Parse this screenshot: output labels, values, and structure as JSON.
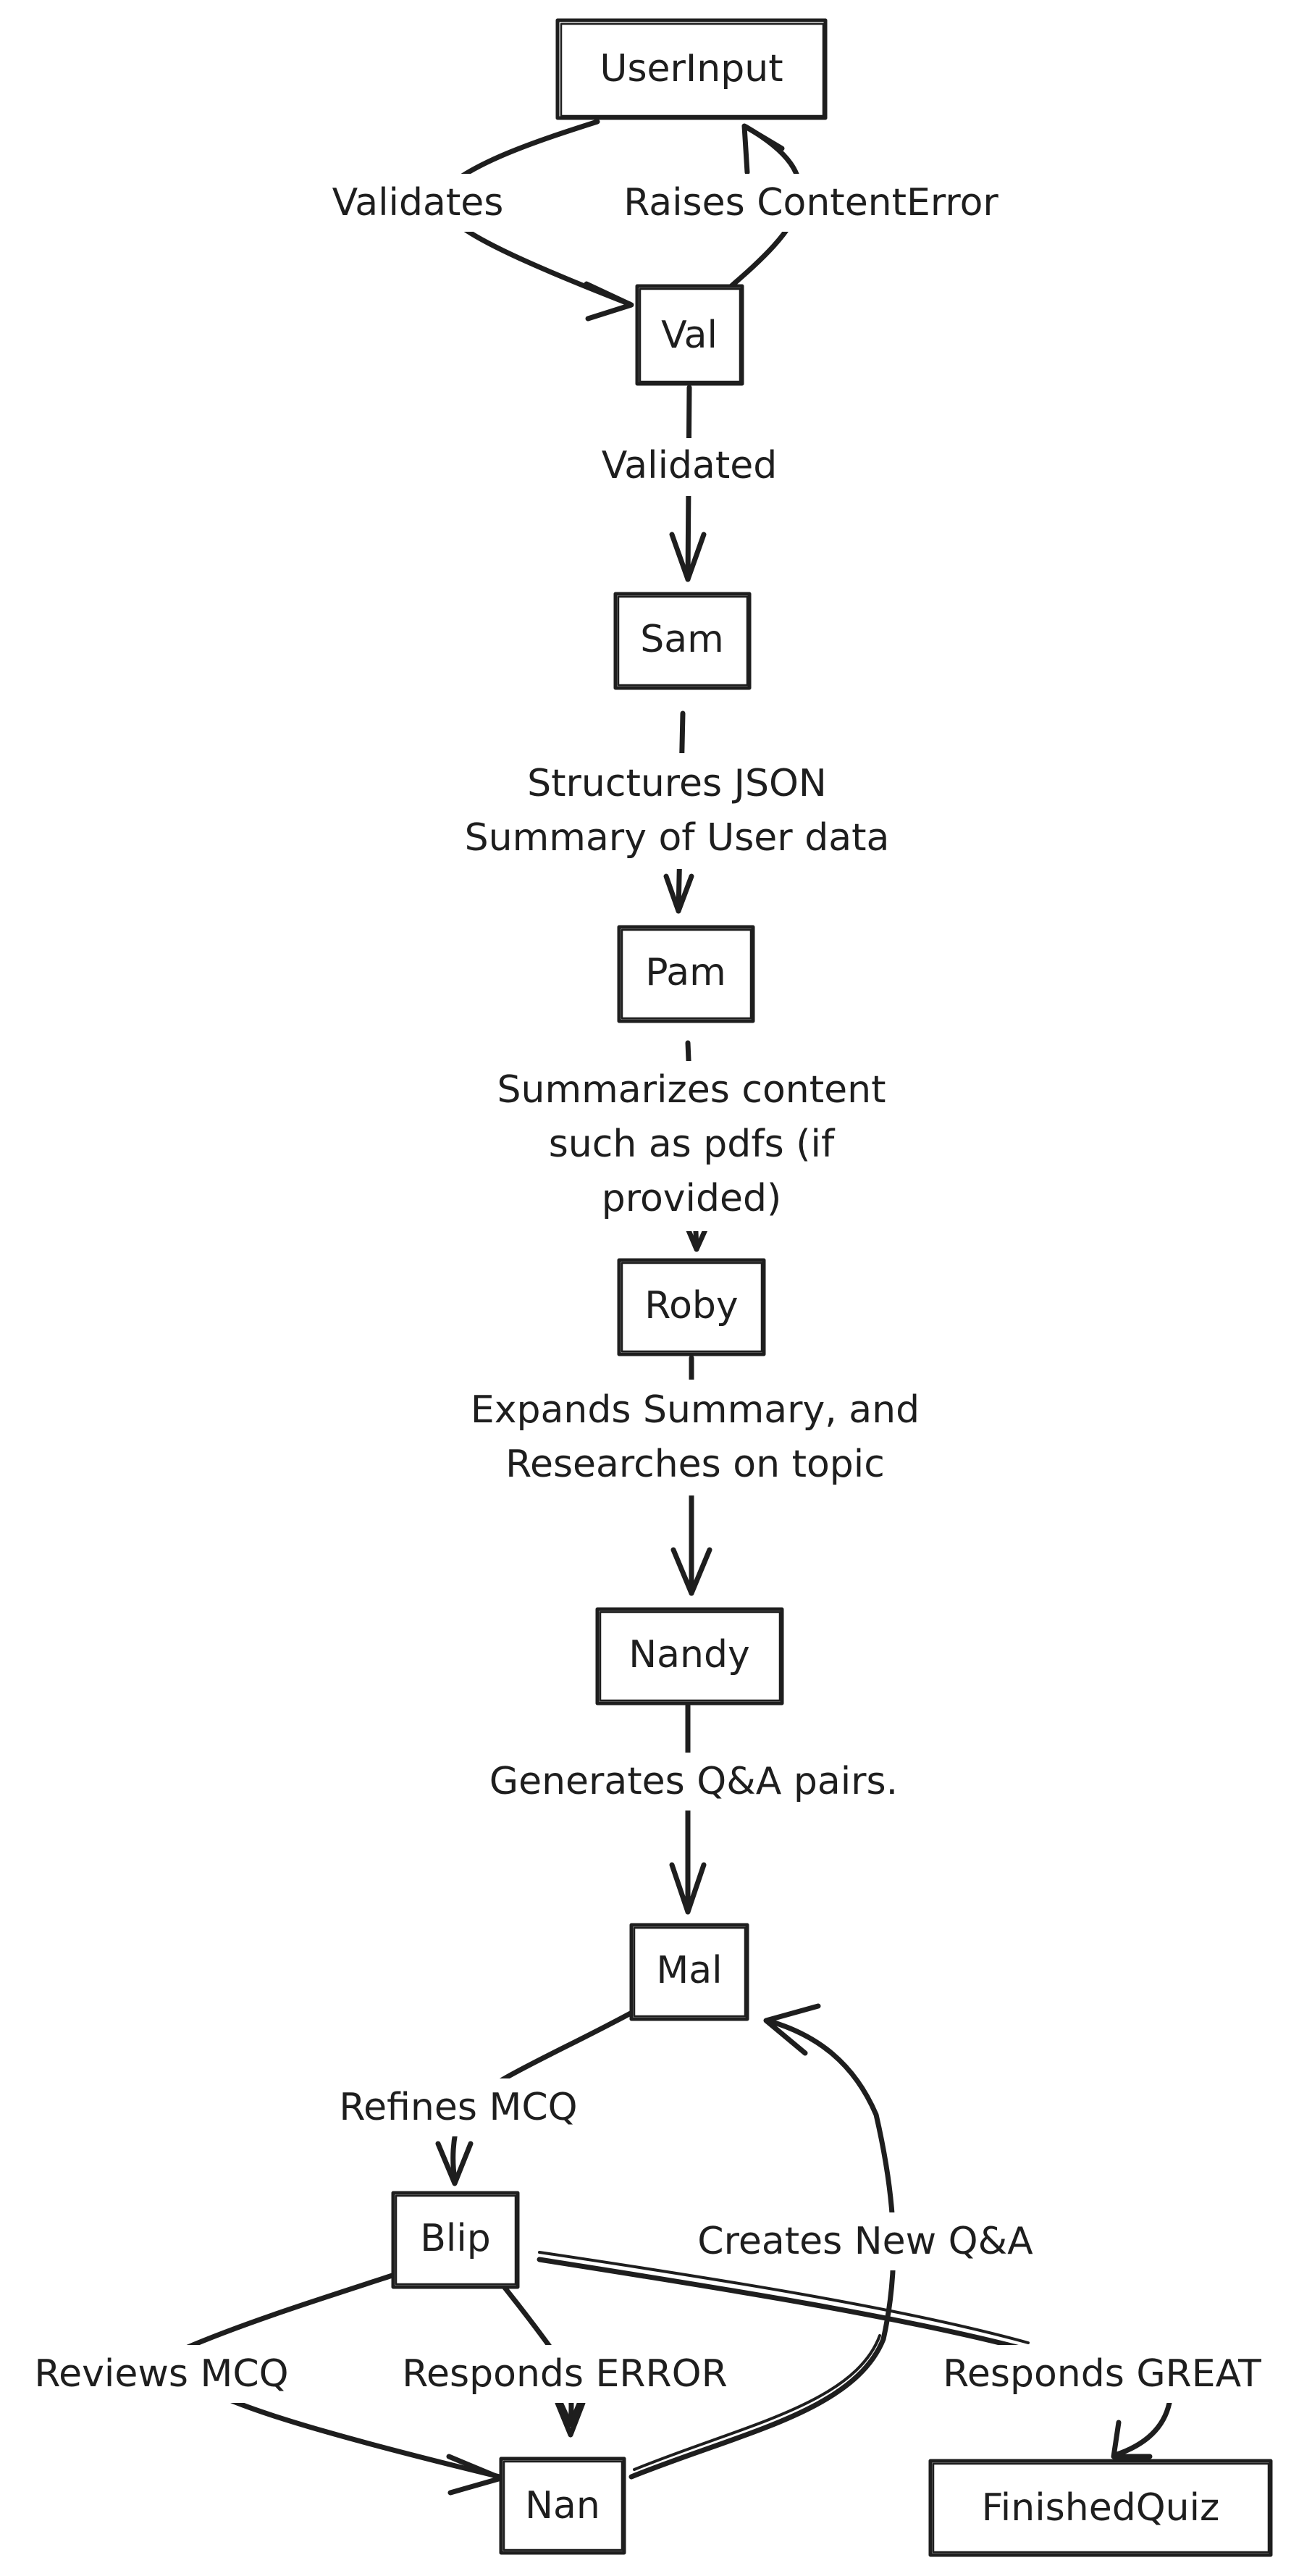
{
  "nodes": {
    "user_input": "UserInput",
    "val": "Val",
    "sam": "Sam",
    "pam": "Pam",
    "roby": "Roby",
    "nandy": "Nandy",
    "mal": "Mal",
    "blip": "Blip",
    "nan": "Nan",
    "finished_quiz": "FinishedQuiz"
  },
  "edges": {
    "validates": "Validates",
    "raises_content_error": "Raises ContentError",
    "validated": "Validated",
    "structures_json": [
      "Structures JSON",
      "Summary of User data"
    ],
    "summarizes_content": [
      "Summarizes content",
      "such as pdfs (if",
      "provided)"
    ],
    "expands_summary": [
      "Expands Summary, and",
      "Researches on topic"
    ],
    "generates_qa": "Generates Q&A pairs.",
    "refines_mcq": "Refines MCQ",
    "creates_new_qa": "Creates New Q&A",
    "reviews_mcq": "Reviews MCQ",
    "responds_error": "Responds ERROR",
    "responds_great": "Responds GREAT"
  }
}
